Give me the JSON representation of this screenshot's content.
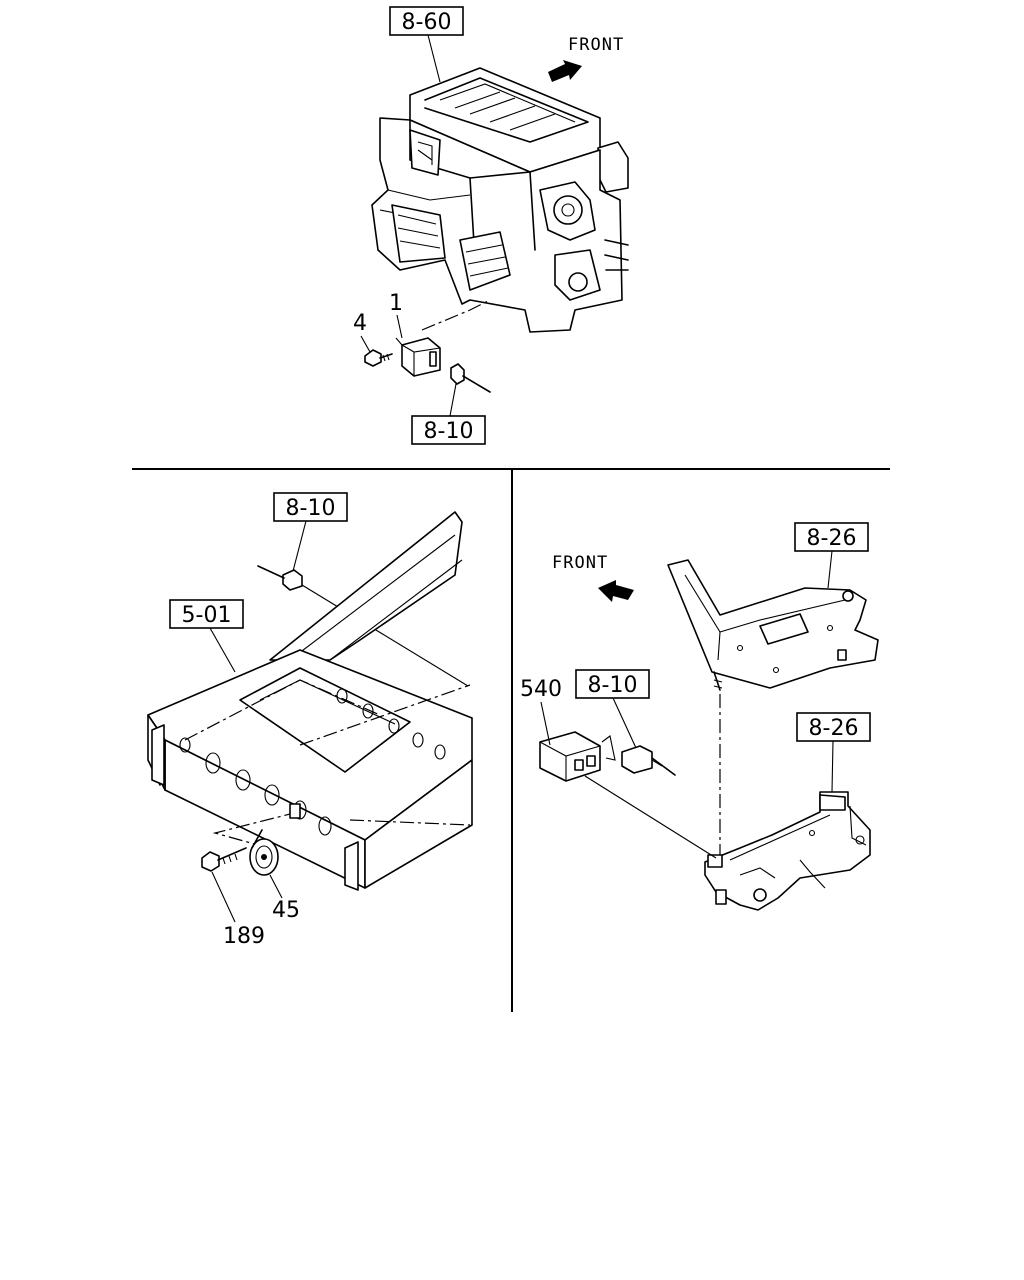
{
  "top_section": {
    "ref_heater_unit": "8-60",
    "front_label": "FRONT",
    "part_1": "1",
    "part_4": "4",
    "ref_harness": "8-10"
  },
  "lower_left_section": {
    "ref_harness": "8-10",
    "ref_frame": "5-01",
    "part_45": "45",
    "part_189": "189"
  },
  "lower_right_section": {
    "front_label": "FRONT",
    "ref_bracket_upper": "8-26",
    "ref_bracket_lower": "8-26",
    "part_540": "540",
    "ref_harness": "8-10"
  }
}
